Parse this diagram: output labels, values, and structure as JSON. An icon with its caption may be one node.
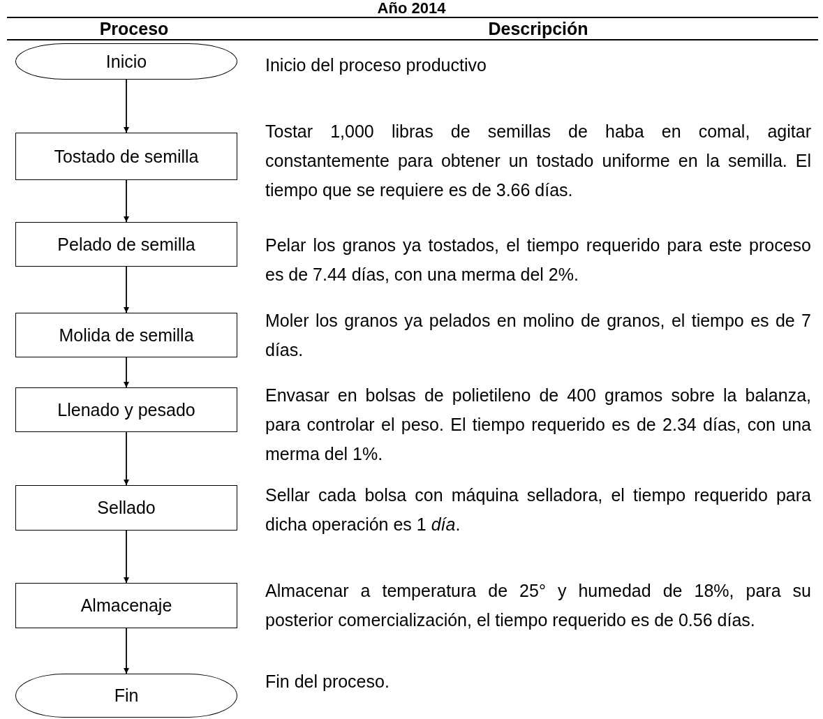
{
  "diagram": {
    "title": "Año 2014",
    "nodes": [
      {
        "text": [
          "Inicio"
        ],
        "beside": [
          "Inicio del proceso productivo"
        ]
      },
      {
        "text": [
          "Tostado de semilla"
        ],
        "beside": [
          "Tostar 1,000 libras de semillas de haba en comal, agitar constantemente para obtener un tostado uniforme en la semilla. El tiempo que se requiere es de 3.66 días."
        ]
      },
      {
        "text": [
          "Pelado de semilla"
        ],
        "beside": [
          "Pelar los granos ya tostados, el tiempo requerido para este proceso es de 7.44 días, con una merma del 2%."
        ]
      },
      {
        "text": [
          "Molida de semilla"
        ],
        "beside": [
          "Moler los granos ya pelados en molino de granos, el tiempo es de 7 días."
        ]
      },
      {
        "text": [
          "Llenado y pesado"
        ],
        "beside": [
          "Envasar en bolsas de polietileno de 400 gramos sobre la balanza, para controlar el peso. El tiempo requerido es de 2.34 días, con una merma del 1%."
        ]
      },
      {
        "text": [
          "Sellado"
        ],
        "beside": [
          "Sellar cada bolsa con máquina selladora, el tiempo requerido para dicha operación es 1 *día*."
        ]
      },
      {
        "text": [
          "Almacenaje"
        ],
        "beside": [
          "Almacenar a temperatura de 25° y humedad de 18%, para su posterior comercialización, el tiempo requerido es de 0.56 días."
        ]
      },
      {
        "text": [
          "Fin"
        ],
        "beside": [
          "Fin del proceso."
        ]
      }
    ],
    "edges": [
      {
        "from": 0,
        "to": 1,
        "arrow": "to"
      },
      {
        "from": 1,
        "to": 2,
        "arrow": "to"
      },
      {
        "from": 2,
        "to": 3,
        "arrow": "to"
      },
      {
        "from": 3,
        "to": 4,
        "arrow": "to"
      },
      {
        "from": 4,
        "to": 5,
        "arrow": "to"
      },
      {
        "from": 5,
        "to": 6,
        "arrow": "to"
      },
      {
        "from": 6,
        "to": 7,
        "arrow": "to"
      }
    ],
    "labels": [
      "Proceso",
      "Descripción"
    ]
  }
}
